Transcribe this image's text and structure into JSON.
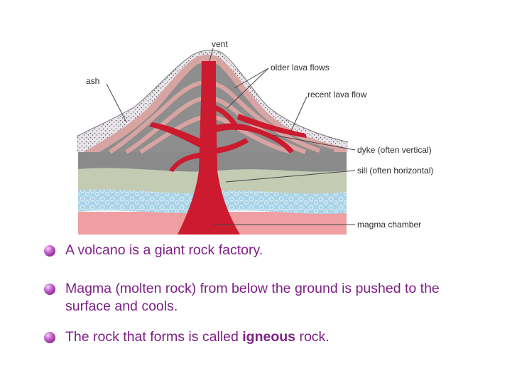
{
  "diagram": {
    "labels": {
      "vent": "vent",
      "ash": "ash",
      "older_lava_flows": "older lava flows",
      "recent_lava_flow": "recent lava flow",
      "dyke": "dyke (often vertical)",
      "sill": "sill (often horizontal)",
      "magma_chamber": "magma chamber"
    }
  },
  "bullets": {
    "b1": "A volcano is a giant rock factory.",
    "b2": "Magma (molten rock) from below the ground is pushed to the surface and cools.",
    "b3_pre": "The rock that forms is called ",
    "b3_bold": "igneous",
    "b3_post": " rock."
  },
  "colors": {
    "bullet_text": "#7d1f86",
    "magma": "#cc1a2e",
    "lava_layers_gray": "#8e8e8e",
    "lava_layers_pink": "#d8a4a2",
    "sediment_green": "#c3cbb3",
    "sediment_blue": "#a9d3e6",
    "chamber_pink": "#ef9ea2"
  }
}
